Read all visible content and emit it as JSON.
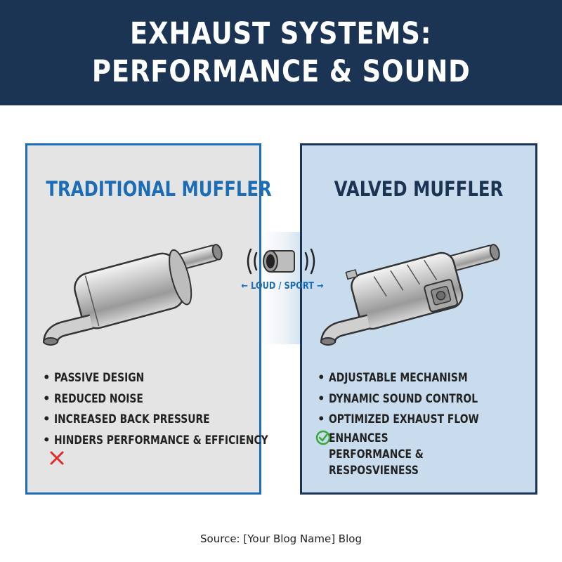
{
  "header": {
    "title_line1": "EXHAUST SYSTEMS:",
    "title_line2": "PERFORMANCE & SOUND"
  },
  "left_panel": {
    "title": "TRADITIONAL MUFFLER",
    "features": [
      "PASSIVE DESIGN",
      "REDUCED NOISE",
      "INCREASED BACK PRESSURE",
      "HINDERS PERFORMANCE & EFFICIENCY"
    ],
    "status_icon": "red-x-icon",
    "accent_color": "#1c6db6"
  },
  "right_panel": {
    "title": "VALVED MUFFLER",
    "features": [
      "ADJUSTABLE MECHANISM",
      "DYNAMIC SOUND CONTROL",
      "OPTIMIZED EXHAUST FLOW",
      "ENHANCES PERFORMANCE & RESPOSVIENESS"
    ],
    "status_icon": "green-check-icon",
    "accent_color": "#1b3454"
  },
  "center": {
    "sound_label": "LOUD / SPORT",
    "icon": "exhaust-tip-sound-icon"
  },
  "footer": {
    "source": "Source: [Your Blog Name] Blog"
  },
  "colors": {
    "header_bg": "#1b3454",
    "left_bg": "#e4e4e4",
    "right_bg": "#c8dcee",
    "x_red": "#e02b2b",
    "check_green": "#3aa63a"
  }
}
